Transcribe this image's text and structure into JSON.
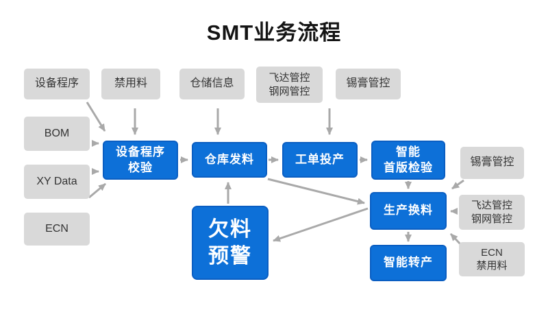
{
  "title": "SMT业务流程",
  "colors": {
    "node_blue": "#0d70d8",
    "node_blue_border": "#0a5ec2",
    "node_gray": "#d9d9d9",
    "arrow": "#a9a9a9",
    "text_dark": "#333333",
    "text_light": "#ffffff"
  },
  "nodes": {
    "top_device_program": {
      "label": "设备程序"
    },
    "top_banned_material": {
      "label": "禁用料"
    },
    "top_warehouse_info": {
      "label": "仓储信息"
    },
    "top_feeder_stencil": {
      "label": "飞达管控\n钢网管控"
    },
    "top_solder_paste": {
      "label": "锡膏管控"
    },
    "left_bom": {
      "label": "BOM"
    },
    "left_xy_data": {
      "label": "XY Data"
    },
    "left_ecn": {
      "label": "ECN"
    },
    "blue_program_check": {
      "label": "设备程序\n校验"
    },
    "blue_warehouse_issue": {
      "label": "仓库发料"
    },
    "blue_work_order": {
      "label": "工单投产"
    },
    "blue_first_article": {
      "label": "智能\n首版检验"
    },
    "blue_production_refill": {
      "label": "生产换料"
    },
    "blue_smart_changeover": {
      "label": "智能转产"
    },
    "blue_shortage_warning": {
      "label": "欠料\n预警"
    },
    "right_solder_paste": {
      "label": "锡膏管控"
    },
    "right_feeder_stencil": {
      "label": "飞达管控\n钢网管控"
    },
    "right_ecn_banned": {
      "label": "ECN\n禁用料"
    }
  },
  "edges": [
    {
      "from": "top_device_program",
      "to": "blue_program_check"
    },
    {
      "from": "top_banned_material",
      "to": "blue_program_check"
    },
    {
      "from": "top_warehouse_info",
      "to": "blue_warehouse_issue"
    },
    {
      "from": "top_feeder_stencil",
      "to": "blue_work_order"
    },
    {
      "from": "left_bom",
      "to": "blue_program_check"
    },
    {
      "from": "left_xy_data",
      "to": "blue_program_check"
    },
    {
      "from": "left_ecn",
      "to": "blue_program_check"
    },
    {
      "from": "blue_program_check",
      "to": "blue_warehouse_issue"
    },
    {
      "from": "blue_warehouse_issue",
      "to": "blue_work_order"
    },
    {
      "from": "blue_work_order",
      "to": "blue_first_article"
    },
    {
      "from": "blue_first_article",
      "to": "blue_production_refill"
    },
    {
      "from": "right_solder_paste",
      "to": "blue_production_refill"
    },
    {
      "from": "right_feeder_stencil",
      "to": "blue_production_refill"
    },
    {
      "from": "right_ecn_banned",
      "to": "blue_production_refill"
    },
    {
      "from": "blue_production_refill",
      "to": "blue_smart_changeover"
    },
    {
      "from": "blue_warehouse_issue",
      "to": "blue_production_refill"
    },
    {
      "from": "blue_production_refill",
      "to": "blue_shortage_warning"
    },
    {
      "from": "blue_shortage_warning",
      "to": "blue_warehouse_issue"
    }
  ]
}
